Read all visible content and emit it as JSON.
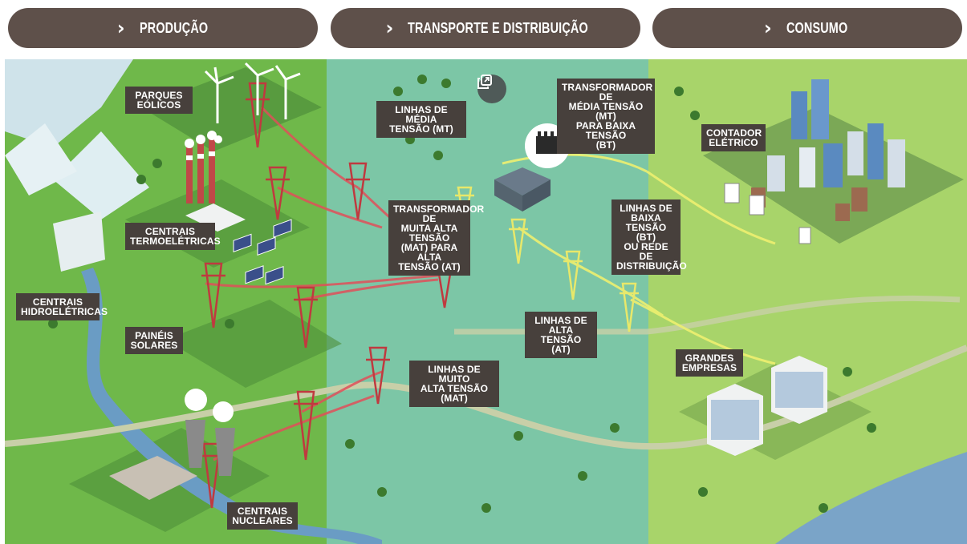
{
  "tabs": [
    {
      "label": "PRODUÇÃO",
      "icon": "chevron-right-icon"
    },
    {
      "label": "TRANSPORTE E DISTRIBUIÇÃO",
      "icon": "chevron-right-icon"
    },
    {
      "label": "CONSUMO",
      "icon": "chevron-right-icon"
    }
  ],
  "labels": {
    "parques_eolicos": "PARQUES\nEÓLICOS",
    "centrais_termoeletricas": "CENTRAIS\nTERMOELÉTRICAS",
    "centrais_hidroeletricas": "CENTRAIS\nHIDROELÉTRICAS",
    "paineis_solares": "PAINÉIS\nSOLARES",
    "centrais_nucleares": "CENTRAIS\nNUCLEARES",
    "linhas_media_tensao": "LINHAS DE MÉDIA\nTENSÃO (MT)",
    "transformador_mt_bt": "TRANSFORMADOR DE\nMÉDIA TENSÃO (MT)\nPARA BAIXA TENSÃO\n(BT)",
    "transformador_mat_at": "TRANSFORMADOR DE\nMUITA ALTA TENSÃO\n(MAT) PARA ALTA\nTENSÃO (AT)",
    "linhas_muito_alta_tensao": "LINHAS DE MUITO\nALTA TENSÃO (MAT)",
    "linhas_alta_tensao": "LINHAS DE\nALTA TENSÃO\n(AT)",
    "linhas_baixa_tensao": "LINHAS DE\nBAIXA\nTENSÃO (BT)\nOU REDE DE\nDISTRIBUIÇÃO",
    "contador_eletrico": "CONTADOR\nELÉTRICO",
    "grandes_empresas": "GRANDES\nEMPRESAS"
  },
  "colors": {
    "tab_background": "#5e504a",
    "label_background": "#47403c",
    "production_zone": "#6fb84a",
    "transport_zone": "#7cc6a6",
    "consumption_zone": "#a8d46a",
    "high_voltage_line": "#e0505a",
    "low_voltage_line": "#eef070",
    "water": "#6a9cc4"
  },
  "icons": {
    "popout": "open-in-new-icon"
  }
}
